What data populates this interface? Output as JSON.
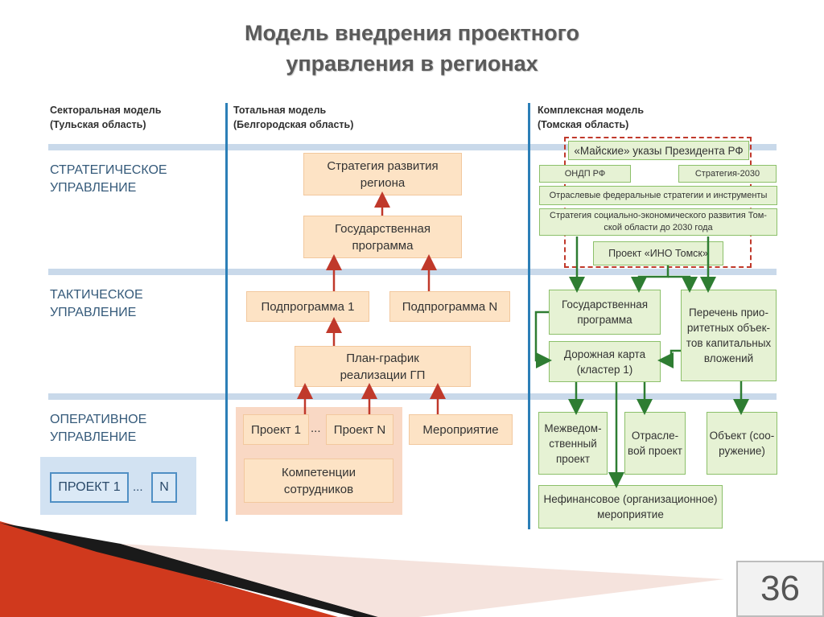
{
  "slide": {
    "title_line1": "Модель внедрения проектного",
    "title_line2": "управления в регионах",
    "page_number": "36"
  },
  "columns": [
    {
      "line1": "Секторальная модель",
      "line2": "(Тульская область)"
    },
    {
      "line1": "Тотальная модель",
      "line2": "(Белгородская область)"
    },
    {
      "line1": "Комплексная модель",
      "line2": "(Томская область)"
    }
  ],
  "levels": [
    {
      "line1": "СТРАТЕГИЧЕСКОЕ",
      "line2": "УПРАВЛЕНИЕ"
    },
    {
      "line1": "ТАКТИЧЕСКОЕ",
      "line2": "УПРАВЛЕНИЕ"
    },
    {
      "line1": "ОПЕРАТИВНОЕ",
      "line2": "УПРАВЛЕНИЕ"
    }
  ],
  "sectoral": {
    "project1": "ПРОЕКТ 1",
    "dots": "...",
    "projectN": "N"
  },
  "total": {
    "strategy": {
      "line1": "Стратегия развития",
      "line2": "региона"
    },
    "gos_program": {
      "line1": "Государственная",
      "line2": "программа"
    },
    "subprogram1": "Подпрограмма 1",
    "subprogramN": "Подпрограмма N",
    "plan": {
      "line1": "План-график",
      "line2": "реализации ГП"
    },
    "project1": "Проект 1",
    "dots": "...",
    "projectN": "Проект N",
    "event": "Мероприятие",
    "competence": {
      "line1": "Компетенции",
      "line2": "сотрудников"
    }
  },
  "complex": {
    "may_decrees": "«Майские» указы Президента РФ",
    "ondp": "ОНДП РФ",
    "strategy2030": "Стратегия-2030",
    "sector_federal": "Отраслевые федеральные стратегии и инструменты",
    "socio_strategy": {
      "line1": "Стратегия социально-экономического развития Том-",
      "line2": "ской области до 2030 года"
    },
    "ino_tomsk": "Проект «ИНО Томск»",
    "gos_program": {
      "line1": "Государственная",
      "line2": "программа"
    },
    "priority_list": {
      "line1": "Перечень прио-",
      "line2": "ритетных объек-",
      "line3": "тов капитальных",
      "line4": "вложений"
    },
    "roadmap": {
      "line1": "Дорожная карта",
      "line2": "(кластер 1)"
    },
    "interdept": {
      "line1": "Межведом-",
      "line2": "ственный",
      "line3": "проект"
    },
    "sector_project": {
      "line1": "Отрасле-",
      "line2": "вой проект"
    },
    "object": {
      "line1": "Объект (соо-",
      "line2": "ружение)"
    },
    "nonfinancial": {
      "line1": "Нефинансовое (организационное)",
      "line2": "мероприятие"
    }
  },
  "colors": {
    "blue_line": "#2c7fb7",
    "band": "#c9d9ea",
    "orange_box": "#fde3c5",
    "green_box": "#e6f2d4",
    "green_arrow": "#2e7d32",
    "red_arrow": "#c0392b",
    "red_dashed": "#c0392b"
  }
}
